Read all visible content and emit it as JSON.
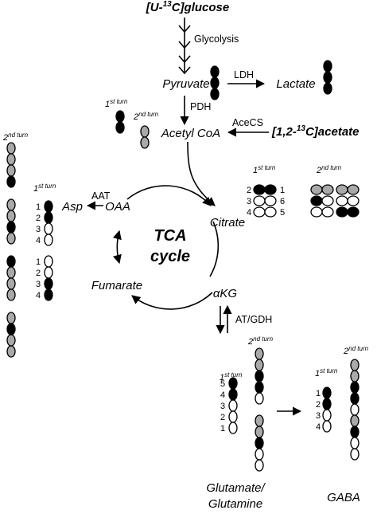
{
  "colors": {
    "labeled": "#000000",
    "second_turn": "#a9a9a9",
    "unlabeled": "#ffffff",
    "stroke": "#000000"
  },
  "substrates": {
    "glucose_prefix": "[U-",
    "glucose_sup": "13",
    "glucose_suffix": "C]glucose",
    "acetate_prefix": "[1,2-",
    "acetate_sup": "13",
    "acetate_suffix": "C]acetate"
  },
  "metabolites": {
    "pyruvate": "Pyruvate",
    "lactate": "Lactate",
    "acetyl_coa": "Acetyl CoA",
    "citrate": "Citrate",
    "akg": "αKG",
    "fumarate": "Fumarate",
    "oaa": "OAA",
    "asp": "Asp",
    "glutamate_line1": "Glutamate/",
    "glutamate_line2": "Glutamine",
    "gaba": "GABA"
  },
  "enzymes": {
    "glycolysis": "Glycolysis",
    "ldh": "LDH",
    "pdh": "PDH",
    "acecs": "AceCS",
    "aat": "AAT",
    "at_gdh": "AT/GDH"
  },
  "cycle": {
    "line1": "TCA",
    "line2": "cycle"
  },
  "turns": {
    "first_label": "st turn",
    "first_num": "1",
    "second_label": "nd turn",
    "second_num": "2"
  },
  "carbon_numbers": {
    "asp": [
      "1",
      "2",
      "3",
      "4"
    ],
    "asp_second": [
      "1",
      "2",
      "3",
      "4"
    ],
    "citrate_left": [
      "2",
      "3",
      "4"
    ],
    "citrate_right": [
      "1",
      "6",
      "5"
    ],
    "glutamate": [
      "5",
      "4",
      "3",
      "2",
      "1"
    ],
    "gaba": [
      "1",
      "2",
      "3",
      "4"
    ]
  },
  "carbon_chains": {
    "pyruvate": [
      "labeled",
      "labeled",
      "labeled"
    ],
    "lactate": [
      "labeled",
      "labeled",
      "labeled"
    ],
    "acetyl_first": [
      "labeled",
      "labeled"
    ],
    "acetyl_second": [
      "second",
      "second"
    ],
    "left_second_turn": [
      [
        "second",
        "second",
        "second",
        "labeled"
      ],
      [
        "second",
        "second",
        "labeled",
        "second"
      ],
      [
        "labeled",
        "second",
        "second",
        "second"
      ],
      [
        "second",
        "labeled",
        "second",
        "second"
      ]
    ],
    "asp_first": [
      "labeled",
      "labeled",
      "unlabeled",
      "unlabeled"
    ],
    "asp_second": [
      "unlabeled",
      "unlabeled",
      "labeled",
      "labeled"
    ],
    "glutamate_first": [
      "labeled",
      "labeled",
      "unlabeled",
      "unlabeled",
      "unlabeled"
    ],
    "glutamate_second": [
      [
        "second",
        "second",
        "labeled",
        "labeled",
        "unlabeled"
      ],
      [
        "second",
        "second",
        "labeled",
        "unlabeled",
        "unlabeled"
      ]
    ],
    "gaba_first": [
      "labeled",
      "labeled",
      "unlabeled",
      "unlabeled"
    ],
    "gaba_second": [
      "second",
      "second",
      "labeled",
      "labeled",
      "unlabeled",
      "second",
      "labeled",
      "unlabeled",
      "unlabeled"
    ],
    "citrate_first": [
      [
        "labeled",
        "labeled"
      ],
      [
        "unlabeled",
        "unlabeled"
      ],
      [
        "unlabeled",
        "unlabeled"
      ]
    ],
    "citrate_second_a": [
      [
        "second",
        "second"
      ],
      [
        "labeled",
        "unlabeled"
      ],
      [
        "unlabeled",
        "unlabeled"
      ]
    ],
    "citrate_second_b": [
      [
        "second",
        "second"
      ],
      [
        "unlabeled",
        "unlabeled"
      ],
      [
        "labeled",
        "labeled"
      ]
    ]
  }
}
